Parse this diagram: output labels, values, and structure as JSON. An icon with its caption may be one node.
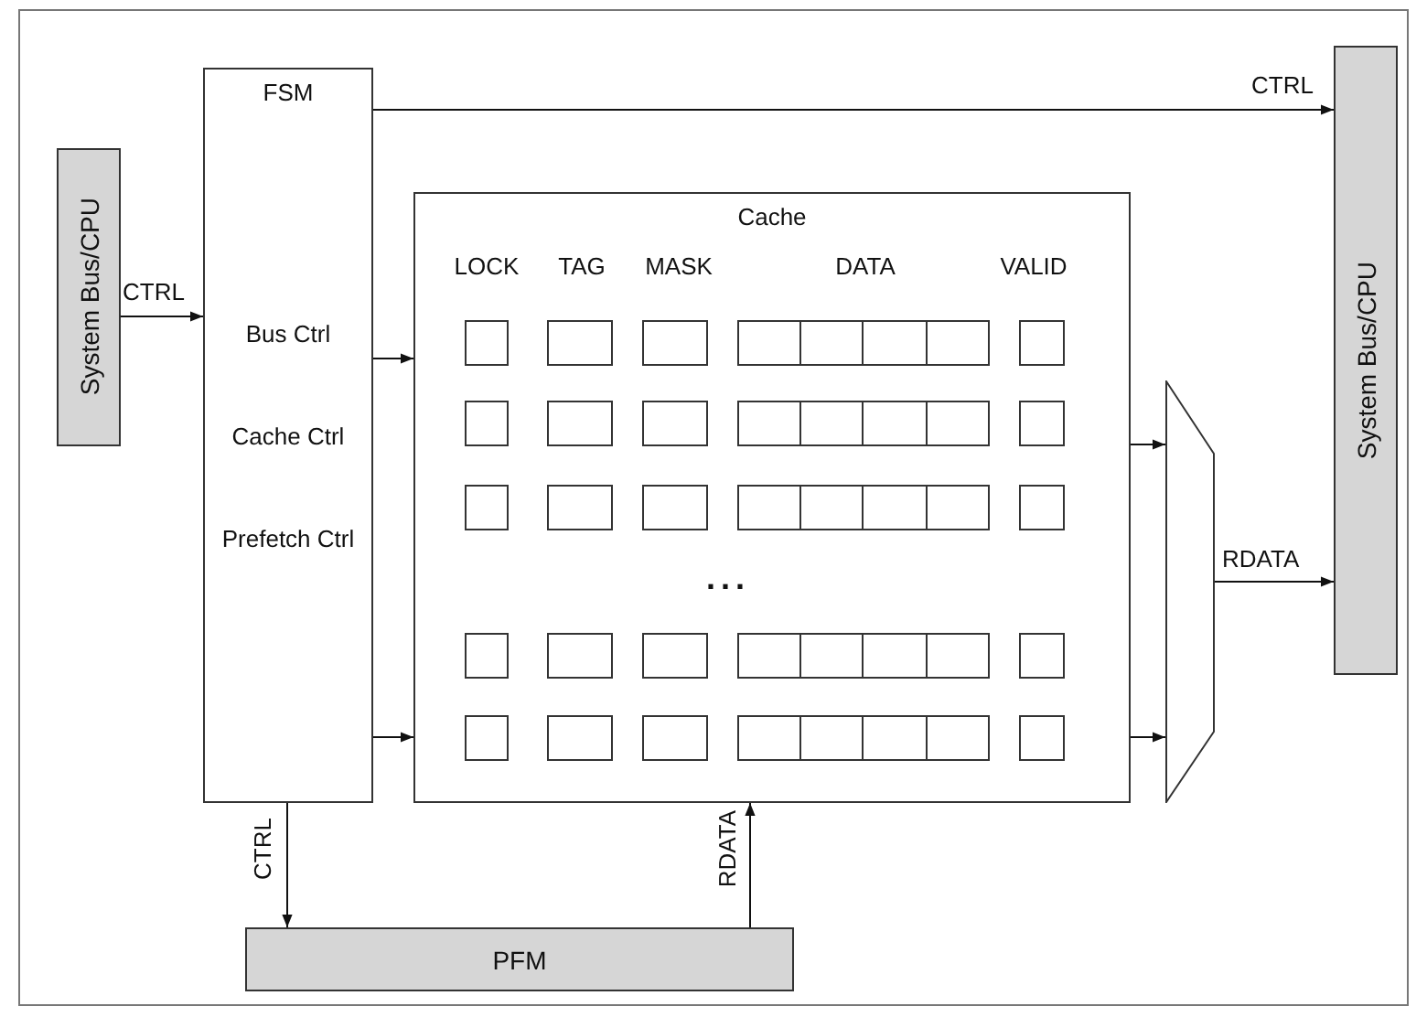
{
  "diagram": {
    "nodes": [
      {
        "text": [
          "System Bus/CPU"
        ]
      },
      {
        "text": [
          "FSM",
          "Bus Ctrl",
          "Cache Ctrl",
          "Prefetch Ctrl"
        ]
      },
      {
        "text": [
          "Cache"
        ]
      },
      {
        "text": [],
        "shape": "trapezoid"
      },
      {
        "text": [
          "System Bus/CPU"
        ]
      },
      {
        "text": [
          "PFM"
        ]
      }
    ],
    "edges": [
      {
        "from": 0,
        "to": 1,
        "arrow": "to",
        "label": "CTRL"
      },
      {
        "from": 1,
        "to": 4,
        "arrow": "to",
        "label": "CTRL"
      },
      {
        "from": 1,
        "to": 2,
        "arrow": "to"
      },
      {
        "from": 1,
        "to": 2,
        "arrow": "to"
      },
      {
        "from": 2,
        "to": 3,
        "arrow": "to"
      },
      {
        "from": 2,
        "to": 3,
        "arrow": "to"
      },
      {
        "from": 3,
        "to": 4,
        "arrow": "to",
        "label": "RDATA"
      },
      {
        "from": 1,
        "to": 5,
        "arrow": "to",
        "label": "CTRL"
      },
      {
        "from": 5,
        "to": 2,
        "arrow": "to",
        "label": "RDATA"
      }
    ],
    "labels": [
      "LOCK",
      "TAG",
      "MASK",
      "DATA",
      "VALID",
      "..."
    ]
  }
}
